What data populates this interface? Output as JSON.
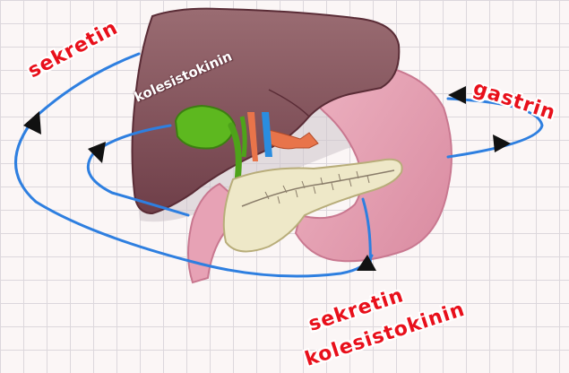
{
  "labels": {
    "sekretin_left": "sekretin",
    "gastrin": "gastrin",
    "kolesistokinin_liver": "kolesistokinin",
    "bottom_line1": "sekretin",
    "bottom_line2": "kolesistokinin"
  },
  "colors": {
    "liver": "#8b5a62",
    "stomach": "#e9a0b2",
    "gallbladder": "#5db81f",
    "pancreas": "#eee8c8",
    "loop": "#2e7fe0",
    "label_red": "#e8101b",
    "arrow": "#111111"
  }
}
